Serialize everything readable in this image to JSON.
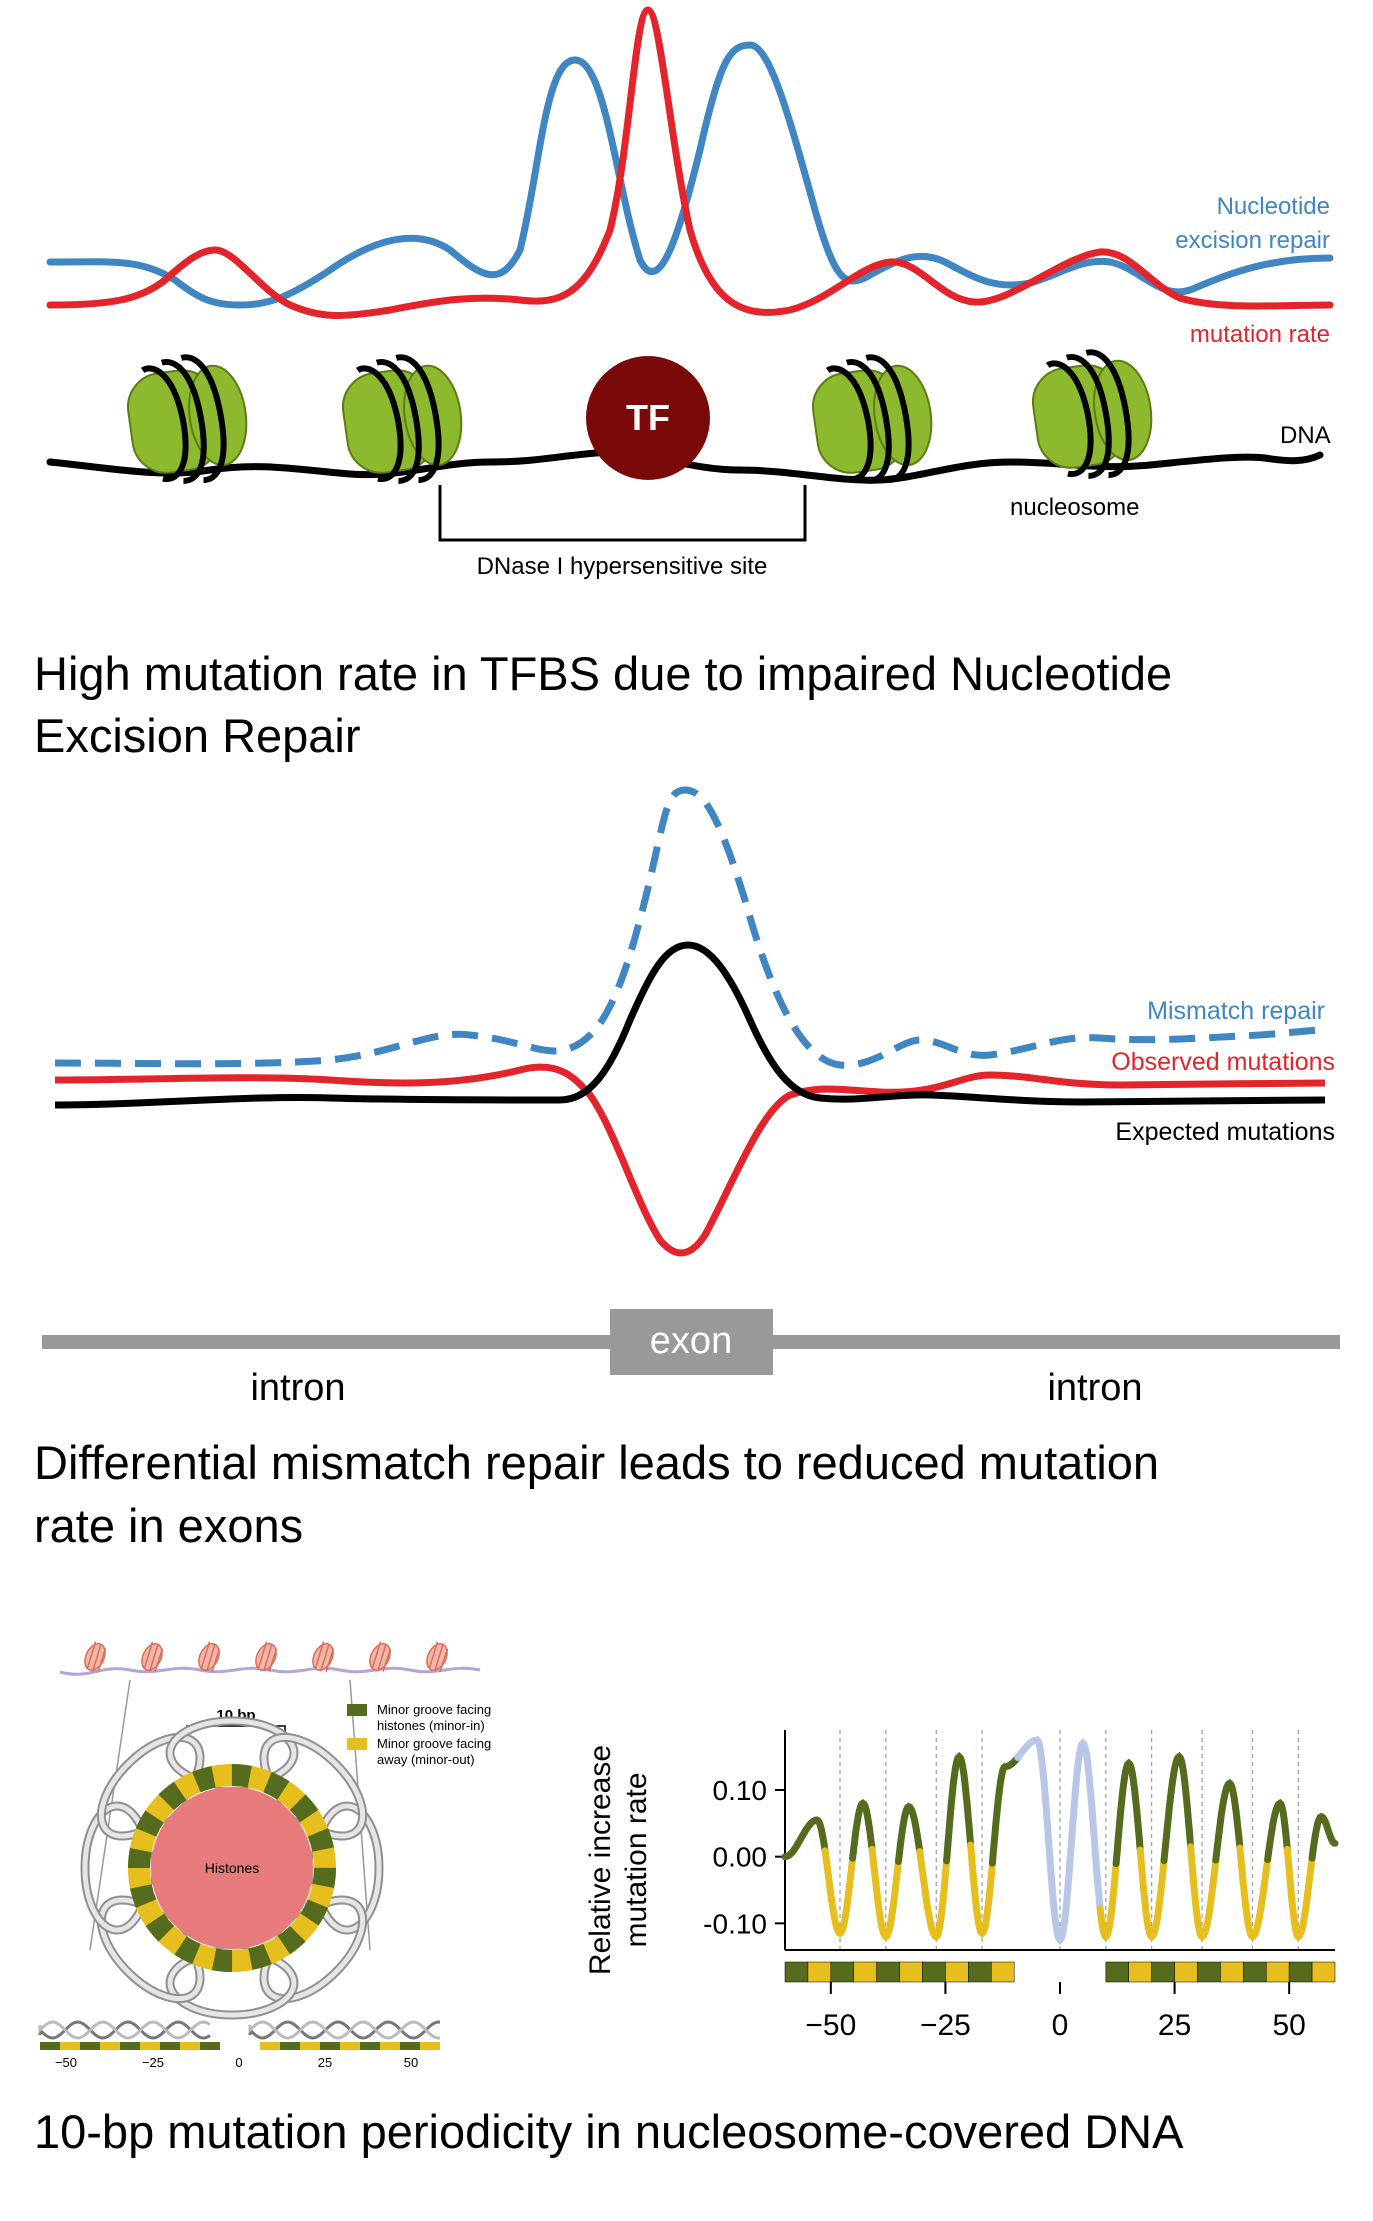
{
  "panel1": {
    "legend_ner": [
      "Nucleotide",
      "excision repair"
    ],
    "legend_mut": "mutation rate",
    "tf_label": "TF",
    "dna_label": "DNA",
    "nucleosome_label": "nucleosome",
    "dhs_label": "DNase I hypersensitive site",
    "caption": [
      "High mutation rate in TFBS due to impaired Nucleotide",
      "Excision Repair"
    ],
    "colors": {
      "ner": "#3f86c2",
      "mutation": "#e3242b",
      "tf": "#7a0a0a",
      "nucleosome": "#8db92e"
    }
  },
  "panel2": {
    "legend_mmr": "Mismatch repair",
    "legend_observed": "Observed mutations",
    "legend_expected": "Expected mutations",
    "exon_label": "exon",
    "intron_left": "intron",
    "intron_right": "intron",
    "caption": [
      "Differential mismatch repair leads to reduced mutation",
      "rate in exons"
    ]
  },
  "panel3": {
    "diagram": {
      "bp_label": "10 bp",
      "legend_in": [
        "Minor groove facing",
        "histones (minor-in)"
      ],
      "legend_out": [
        "Minor groove facing",
        "away (minor-out)"
      ],
      "histones_label": "Histones",
      "axis_ticks": [
        "−50",
        "−25",
        "0",
        "25",
        "50"
      ]
    },
    "caption": "10-bp mutation periodicity in nucleosome-covered DNA",
    "colors": {
      "minor_in": "#556b1e",
      "minor_out": "#e6be1e",
      "center": "#b8c6e8",
      "histone": "#e77b7b"
    }
  },
  "chart_data": {
    "type": "line",
    "ylabel": [
      "Relative increase",
      "mutation rate"
    ],
    "yticks": [
      "0.10",
      "0.00",
      "-0.10"
    ],
    "xticks": [
      "−50",
      "−25",
      "0",
      "25",
      "50"
    ],
    "xlim": [
      -60,
      60
    ],
    "ylim": [
      -0.14,
      0.19
    ],
    "period_bp": 10,
    "peaks": [
      {
        "x": -53,
        "y": 0.055
      },
      {
        "x": -43,
        "y": 0.08
      },
      {
        "x": -33,
        "y": 0.075
      },
      {
        "x": -22,
        "y": 0.15
      },
      {
        "x": -12,
        "y": 0.135
      },
      {
        "x": -5,
        "y": 0.175
      },
      {
        "x": 5,
        "y": 0.17
      },
      {
        "x": 15,
        "y": 0.14
      },
      {
        "x": 26,
        "y": 0.15
      },
      {
        "x": 37,
        "y": 0.11
      },
      {
        "x": 48,
        "y": 0.08
      },
      {
        "x": 57,
        "y": 0.06
      }
    ],
    "troughs": [
      {
        "x": -48,
        "y": -0.115
      },
      {
        "x": -38,
        "y": -0.12
      },
      {
        "x": -27,
        "y": -0.12
      },
      {
        "x": -17,
        "y": -0.115
      },
      {
        "x": 0,
        "y": -0.125
      },
      {
        "x": 10,
        "y": -0.12
      },
      {
        "x": 20,
        "y": -0.12
      },
      {
        "x": 31,
        "y": -0.12
      },
      {
        "x": 42,
        "y": -0.12
      },
      {
        "x": 52,
        "y": -0.12
      }
    ]
  }
}
